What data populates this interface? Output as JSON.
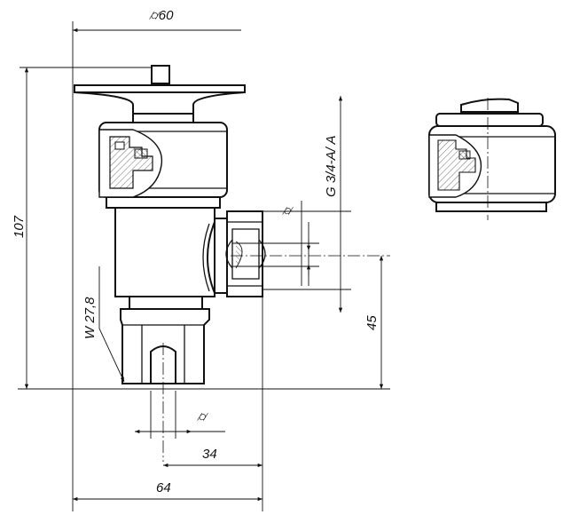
{
  "dimensions": {
    "top_symbol": "⌭60",
    "height_total": "107",
    "thread_label": "G 3/4-A/ A",
    "height_outlet": "45",
    "wrench_label": "W 27,8",
    "offset_34": "34",
    "width_64": "64"
  },
  "colors": {
    "ink": "#111111",
    "paper": "#ffffff"
  }
}
